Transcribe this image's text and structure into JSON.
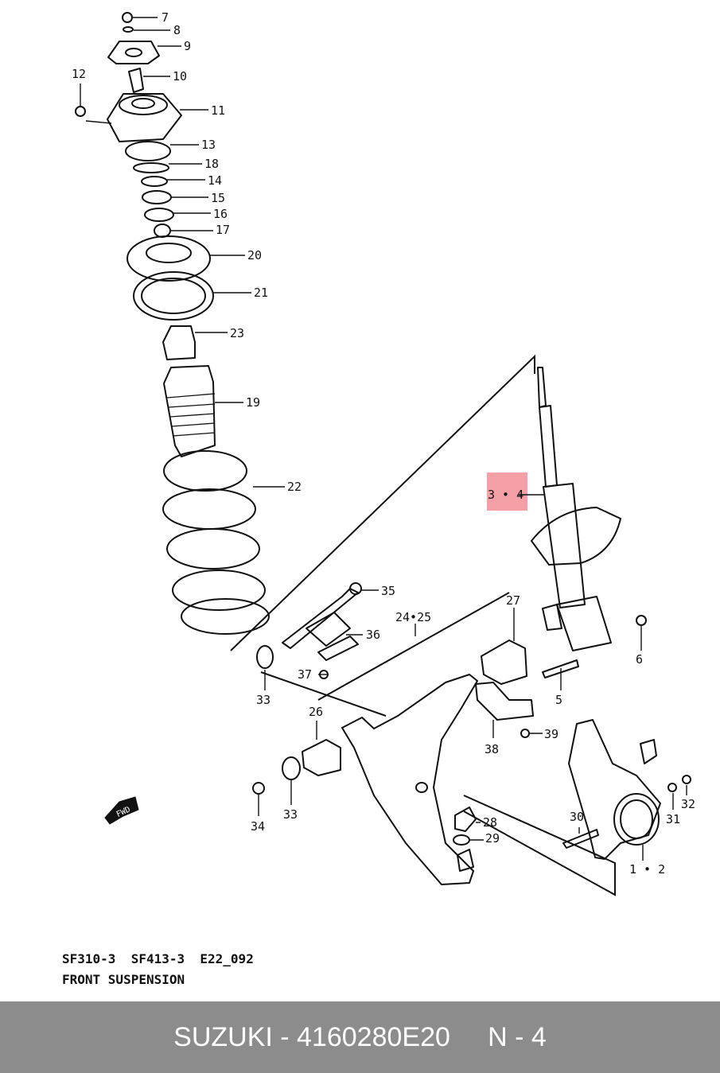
{
  "diagram": {
    "callouts": {
      "p7": "7",
      "p8": "8",
      "p9": "9",
      "p10": "10",
      "p11": "11",
      "p12": "12",
      "p13": "13",
      "p18": "18",
      "p14": "14",
      "p15": "15",
      "p16": "16",
      "p17": "17",
      "p20": "20",
      "p21": "21",
      "p23": "23",
      "p19": "19",
      "p22": "22",
      "p34": "3 • 4",
      "p35": "35",
      "p36": "36",
      "p37": "37",
      "p2425": "24•25",
      "p27": "27",
      "p6": "6",
      "p5": "5",
      "p33a": "33",
      "p26": "26",
      "p38": "38",
      "p39": "39",
      "p33b": "33",
      "p34b": "34",
      "p28": "28",
      "p29": "29",
      "p30": "30",
      "p31": "31",
      "p32": "32",
      "p12b": "1 • 2",
      "fwd": "FWD"
    },
    "caption_line1": "SF310-3  SF413-3  E22_092",
    "caption_line2": "FRONT SUSPENSION",
    "highlight_color": "#f4a0a6"
  },
  "footer": {
    "text": "SUZUKI - 4160280E20     N - 4",
    "background": "#8c8c8c",
    "text_color": "#ffffff"
  }
}
